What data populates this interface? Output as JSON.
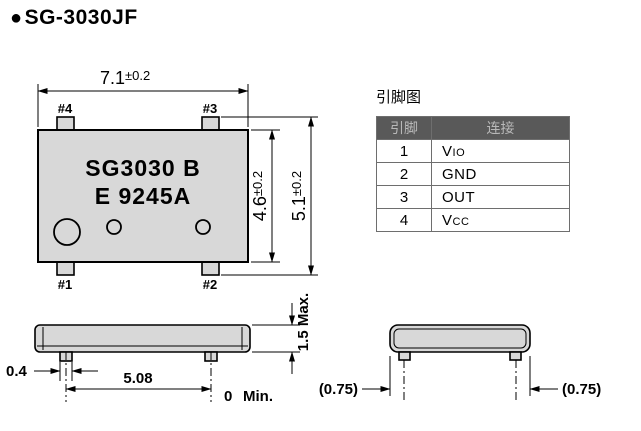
{
  "title": {
    "bullet": "●",
    "text": "SG-3030JF"
  },
  "top_view": {
    "marking_line1": "SG3030 B",
    "marking_line2": "E 9245A",
    "pins": {
      "p1": "#1",
      "p2": "#2",
      "p3": "#3",
      "p4": "#4"
    },
    "dim_width_main": "7.1",
    "dim_width_tol": "±0.2",
    "dim_body_height_main": "4.6",
    "dim_body_height_tol": "±0.2",
    "dim_overall_height_main": "5.1",
    "dim_overall_height_tol": "±0.2"
  },
  "side_view": {
    "dim_lead_width": "0.4",
    "dim_lead_pitch": "5.08",
    "dim_standoff_value": "0",
    "dim_standoff_qualifier": "Min.",
    "dim_height": "1.5 Max."
  },
  "end_view": {
    "dim_left": "(0.75)",
    "dim_right": "(0.75)"
  },
  "pin_table": {
    "title": "引脚图",
    "headers": [
      "引脚",
      "连接"
    ],
    "rows": [
      {
        "pin": "1",
        "conn_main": "V",
        "conn_sub": "IO"
      },
      {
        "pin": "2",
        "conn_main": "GND",
        "conn_sub": ""
      },
      {
        "pin": "3",
        "conn_main": "OUT",
        "conn_sub": ""
      },
      {
        "pin": "4",
        "conn_main": "V",
        "conn_sub": "CC"
      }
    ]
  },
  "colors": {
    "package_fill": "#d8d8d8",
    "line": "#000000",
    "table_header_bg": "#595959",
    "table_header_text": "#b9b9b9"
  }
}
